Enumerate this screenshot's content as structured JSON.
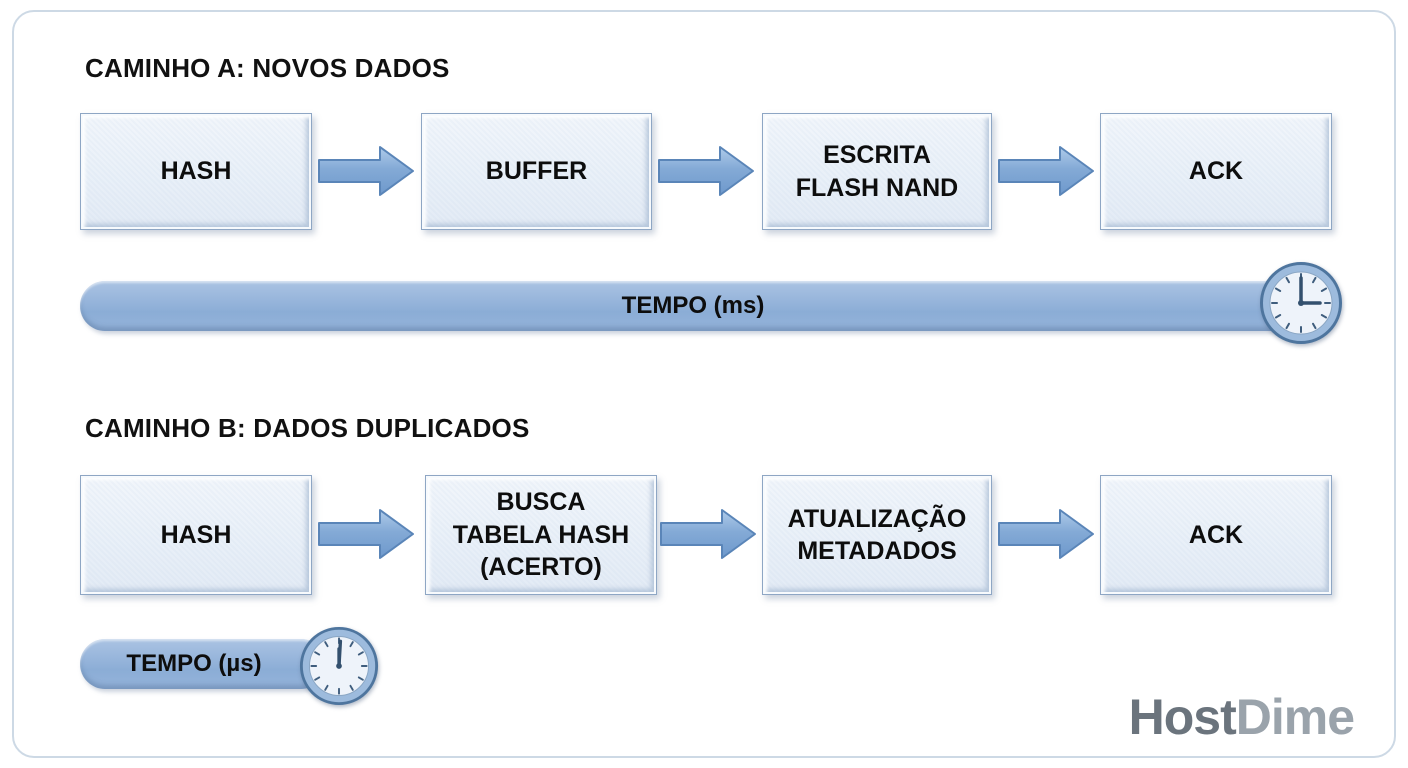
{
  "page": {
    "background": "#ffffff",
    "frame_border_color": "#cdd9e5"
  },
  "colors": {
    "box_fill": "#edf2f9",
    "box_border": "#8ea6c4",
    "arrow_fill_top": "#aecbea",
    "arrow_fill_bottom": "#6e99cc",
    "arrow_border": "#5a85b8",
    "bar_fill": "#92b1d9",
    "text": "#0d0d0d"
  },
  "path_a": {
    "title": "CAMINHO A: NOVOS DADOS",
    "steps": [
      {
        "label": "HASH"
      },
      {
        "label": "BUFFER"
      },
      {
        "label": "ESCRITA\nFLASH NAND"
      },
      {
        "label": "ACK"
      }
    ],
    "timeline": {
      "label": "TEMPO (ms)",
      "clock_time": "3:00"
    }
  },
  "path_b": {
    "title": "CAMINHO B: DADOS DUPLICADOS",
    "steps": [
      {
        "label": "HASH"
      },
      {
        "label": "BUSCA\nTABELA HASH\n(ACERTO)"
      },
      {
        "label": "ATUALIZAÇÃO\nMETADADOS"
      },
      {
        "label": "ACK"
      }
    ],
    "timeline": {
      "label": "TEMPO (µs)",
      "clock_time": "12:00"
    }
  },
  "branding": {
    "logo_part1": "Host",
    "logo_part2": "Dime"
  }
}
